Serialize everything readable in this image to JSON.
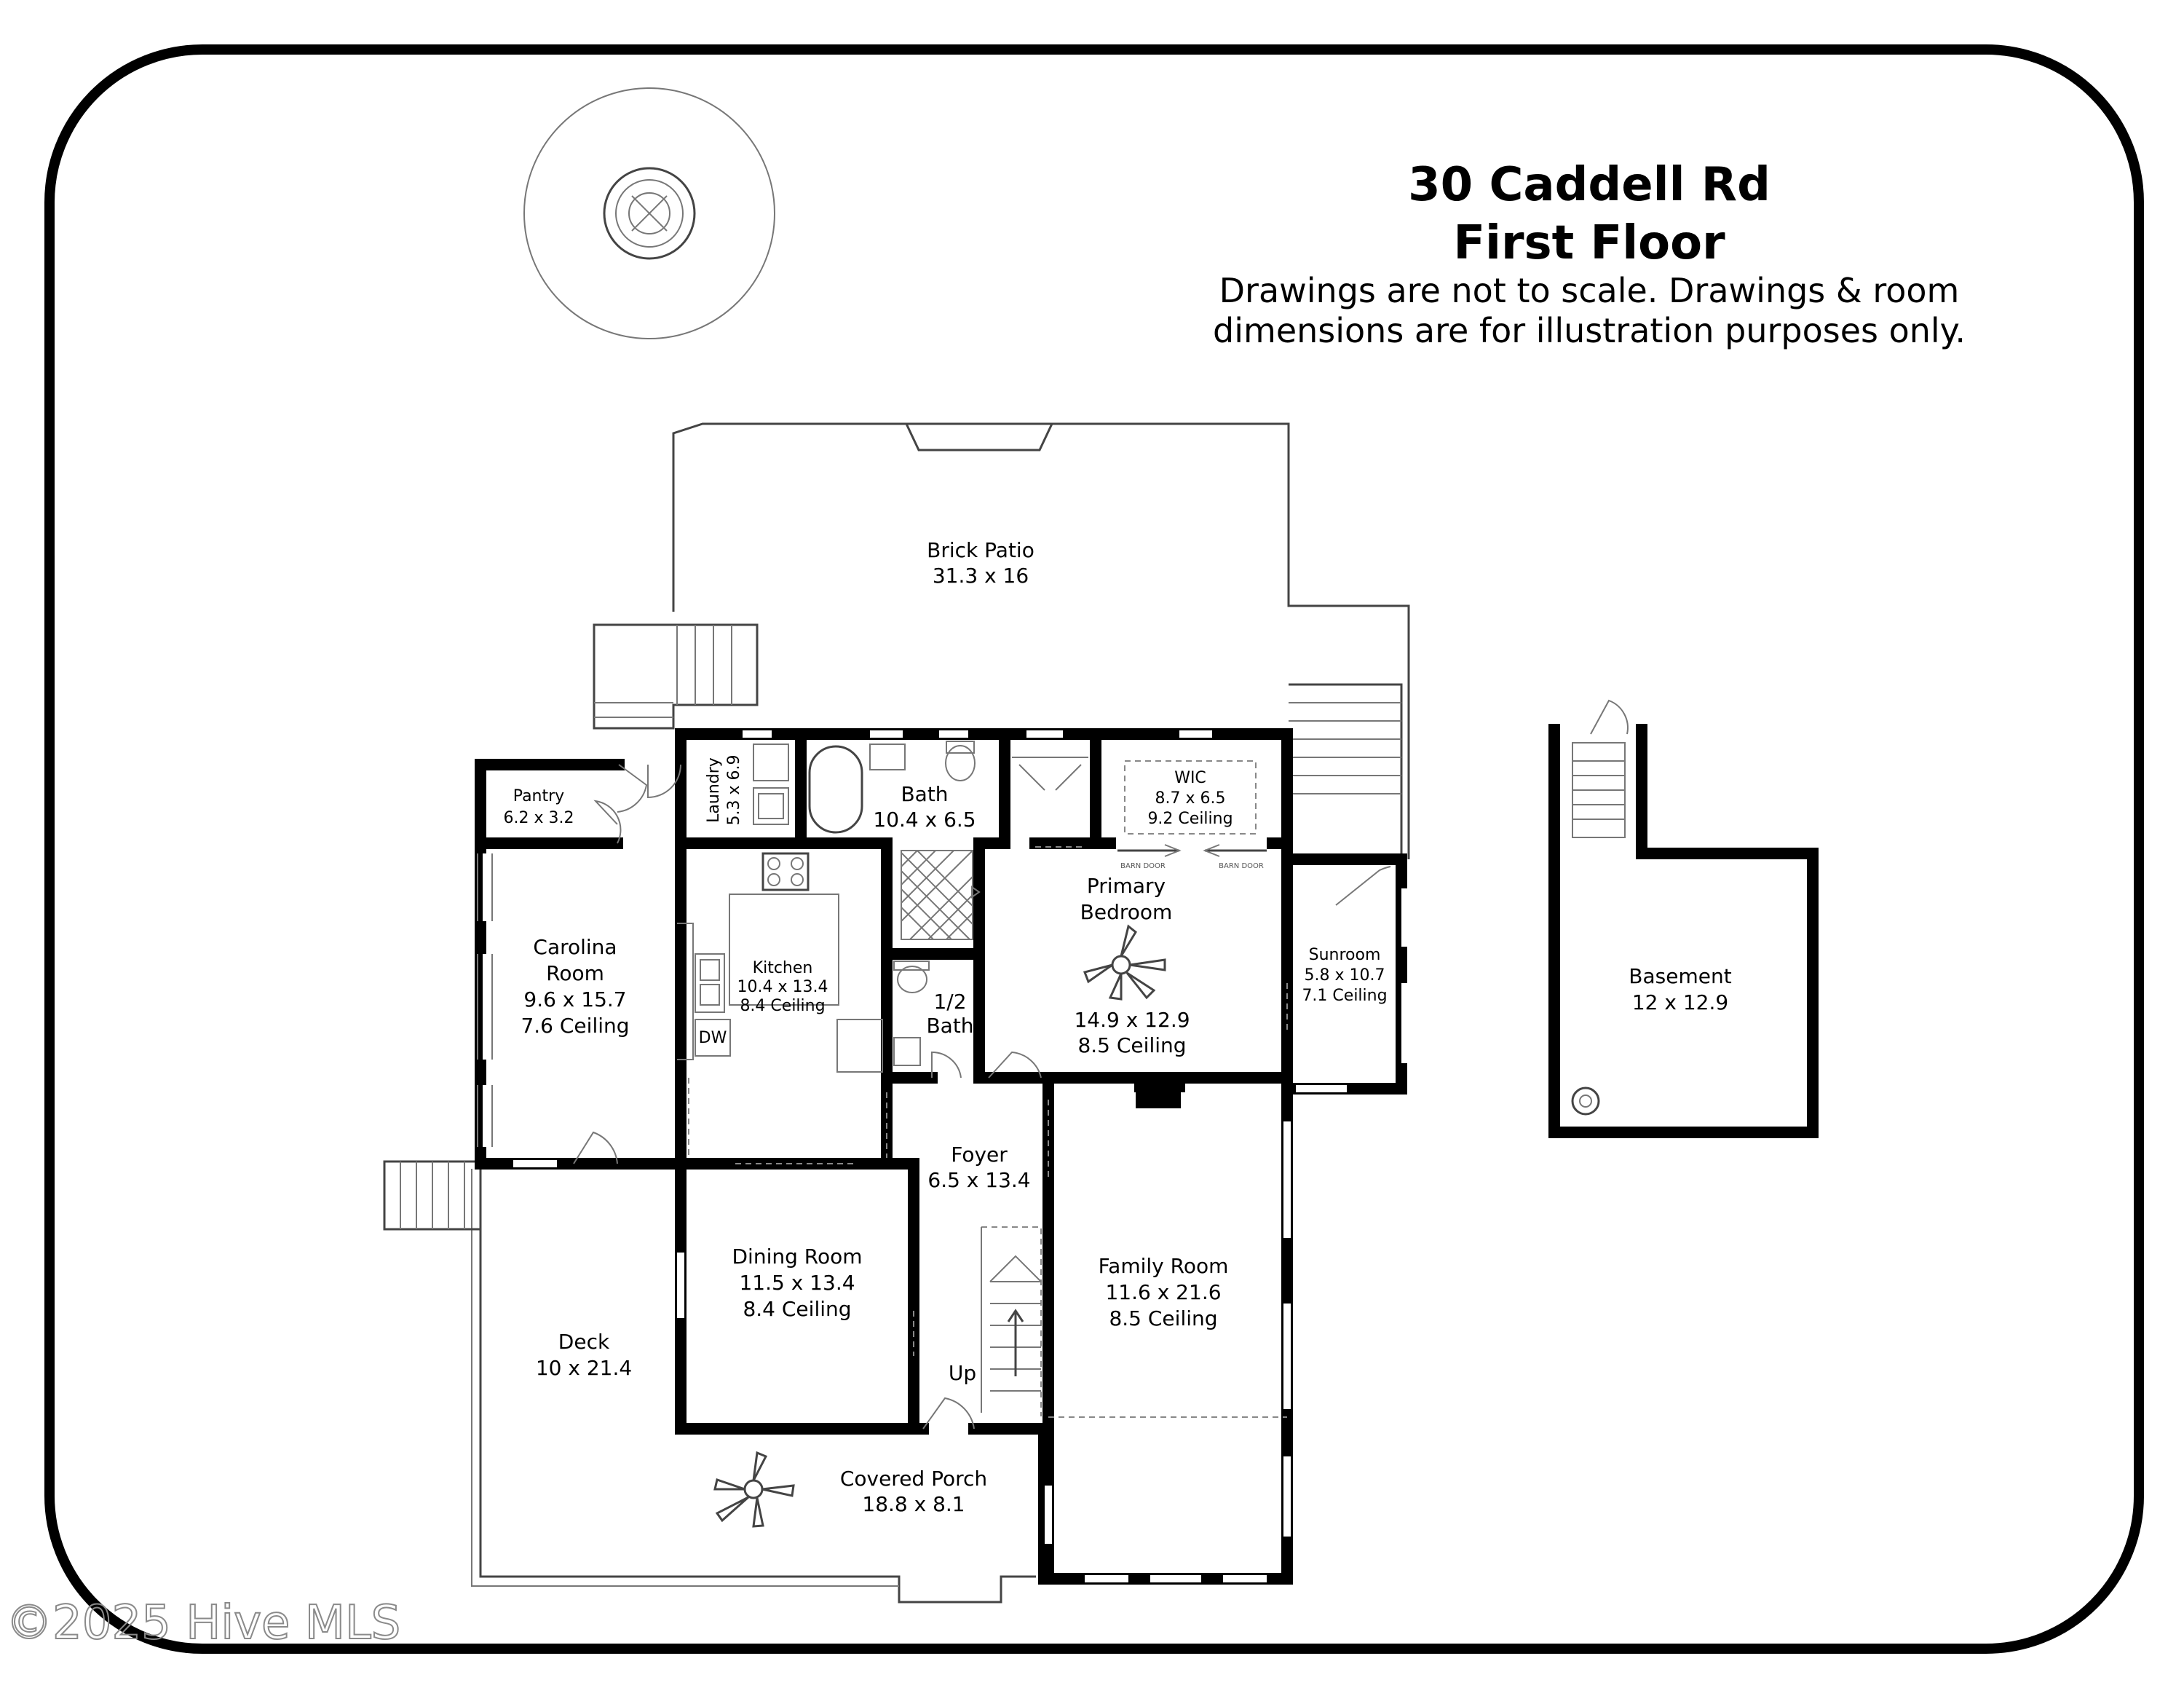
{
  "header": {
    "address": "30 Caddell Rd",
    "floor": "First Floor",
    "disclaimer_line1": "Drawings are not to scale. Drawings & room",
    "disclaimer_line2": "dimensions are for illustration purposes only."
  },
  "rooms": {
    "brick_patio": {
      "name": "Brick Patio",
      "dims": "31.3 x 16"
    },
    "pantry": {
      "name": "Pantry",
      "dims": "6.2 x 3.2"
    },
    "laundry": {
      "name": "Laundry",
      "dims": "5.3 x 6.9"
    },
    "bath": {
      "name": "Bath",
      "dims": "10.4 x 6.5"
    },
    "wic": {
      "name": "WIC",
      "dims": "8.7 x 6.5",
      "ceiling": "9.2 Ceiling"
    },
    "carolina_room": {
      "name_line1": "Carolina",
      "name_line2": "Room",
      "dims": "9.6 x 15.7",
      "ceiling": "7.6 Ceiling"
    },
    "kitchen": {
      "name": "Kitchen",
      "dims": "10.4 x 13.4",
      "ceiling": "8.4 Ceiling"
    },
    "half_bath": {
      "name_line1": "1/2",
      "name_line2": "Bath"
    },
    "primary_bedroom": {
      "name_line1": "Primary",
      "name_line2": "Bedroom",
      "dims": "14.9 x 12.9",
      "ceiling": "8.5 Ceiling"
    },
    "sunroom": {
      "name": "Sunroom",
      "dims": "5.8 x 10.7",
      "ceiling": "7.1 Ceiling"
    },
    "basement": {
      "name": "Basement",
      "dims": "12 x 12.9"
    },
    "foyer": {
      "name": "Foyer",
      "dims": "6.5 x 13.4"
    },
    "dining_room": {
      "name": "Dining Room",
      "dims": "11.5 x 13.4",
      "ceiling": "8.4 Ceiling"
    },
    "family_room": {
      "name": "Family Room",
      "dims": "11.6 x 21.6",
      "ceiling": "8.5 Ceiling"
    },
    "deck": {
      "name": "Deck",
      "dims": "10 x 21.4"
    },
    "covered_porch": {
      "name": "Covered Porch",
      "dims": "18.8 x 8.1"
    }
  },
  "labels": {
    "stairs_up": "Up",
    "dishwasher": "DW",
    "barn_door": "BARN DOOR"
  },
  "watermark": "©2025 Hive MLS"
}
